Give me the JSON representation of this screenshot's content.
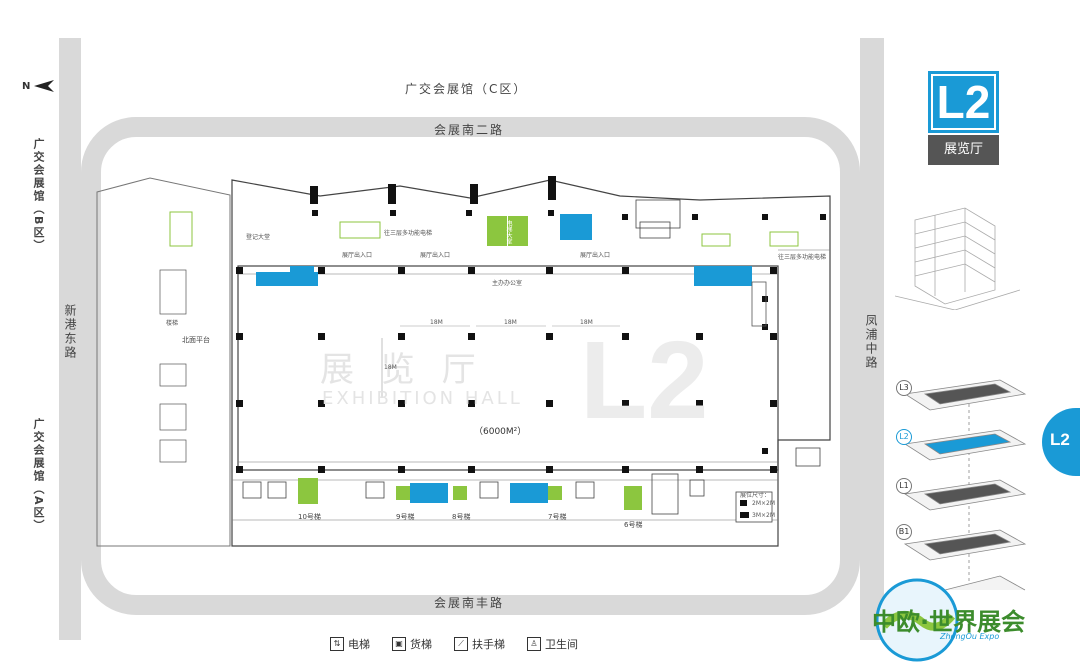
{
  "compass": {
    "label": "N"
  },
  "level_badge": {
    "code": "L2",
    "name": "展览厅"
  },
  "roads": {
    "top_building": "广交会展馆（C区）",
    "north": "会展南二路",
    "south": "会展南丰路",
    "west": "新港东路",
    "east": "凤浦中路",
    "west_building_b": "广交会展馆（B区）",
    "west_building_a": "广交会展馆（A区）"
  },
  "hall": {
    "watermark_cn": "展 览 厅",
    "watermark_en": "EXHIBITION HALL",
    "watermark_code": "L2",
    "area": "（6000M²）",
    "north_platform": "北面平台",
    "office": "主办办公室",
    "entrance": "展厅出入口",
    "dim_span": "18M",
    "dim_height": "18M",
    "small_labels": [
      "登记大堂",
      "往三层多功能电梯",
      "往三层多功能电梯",
      "楼梯"
    ]
  },
  "elevators": {
    "e10": "10号梯",
    "e9": "9号梯",
    "e8": "8号梯",
    "e7": "7号梯",
    "e6": "6号梯",
    "main": "电梯大堂"
  },
  "booth_legend": {
    "title": "展位尺寸：",
    "a": "2M×2M",
    "b": "3M×2M"
  },
  "legend": [
    {
      "icon": "elevator-icon",
      "label": "电梯"
    },
    {
      "icon": "freight-elevator-icon",
      "label": "货梯"
    },
    {
      "icon": "escalator-icon",
      "label": "扶手梯"
    },
    {
      "icon": "restroom-icon",
      "label": "卫生间"
    }
  ],
  "levels": [
    "L3",
    "L2",
    "L1",
    "B1"
  ],
  "logo": {
    "text_cn": "中欧·世界展会",
    "text_en": "ZhongOu Expo"
  },
  "colors": {
    "accent": "#1a9ad6",
    "green": "#8cc63f",
    "road": "#d9d9d9"
  }
}
